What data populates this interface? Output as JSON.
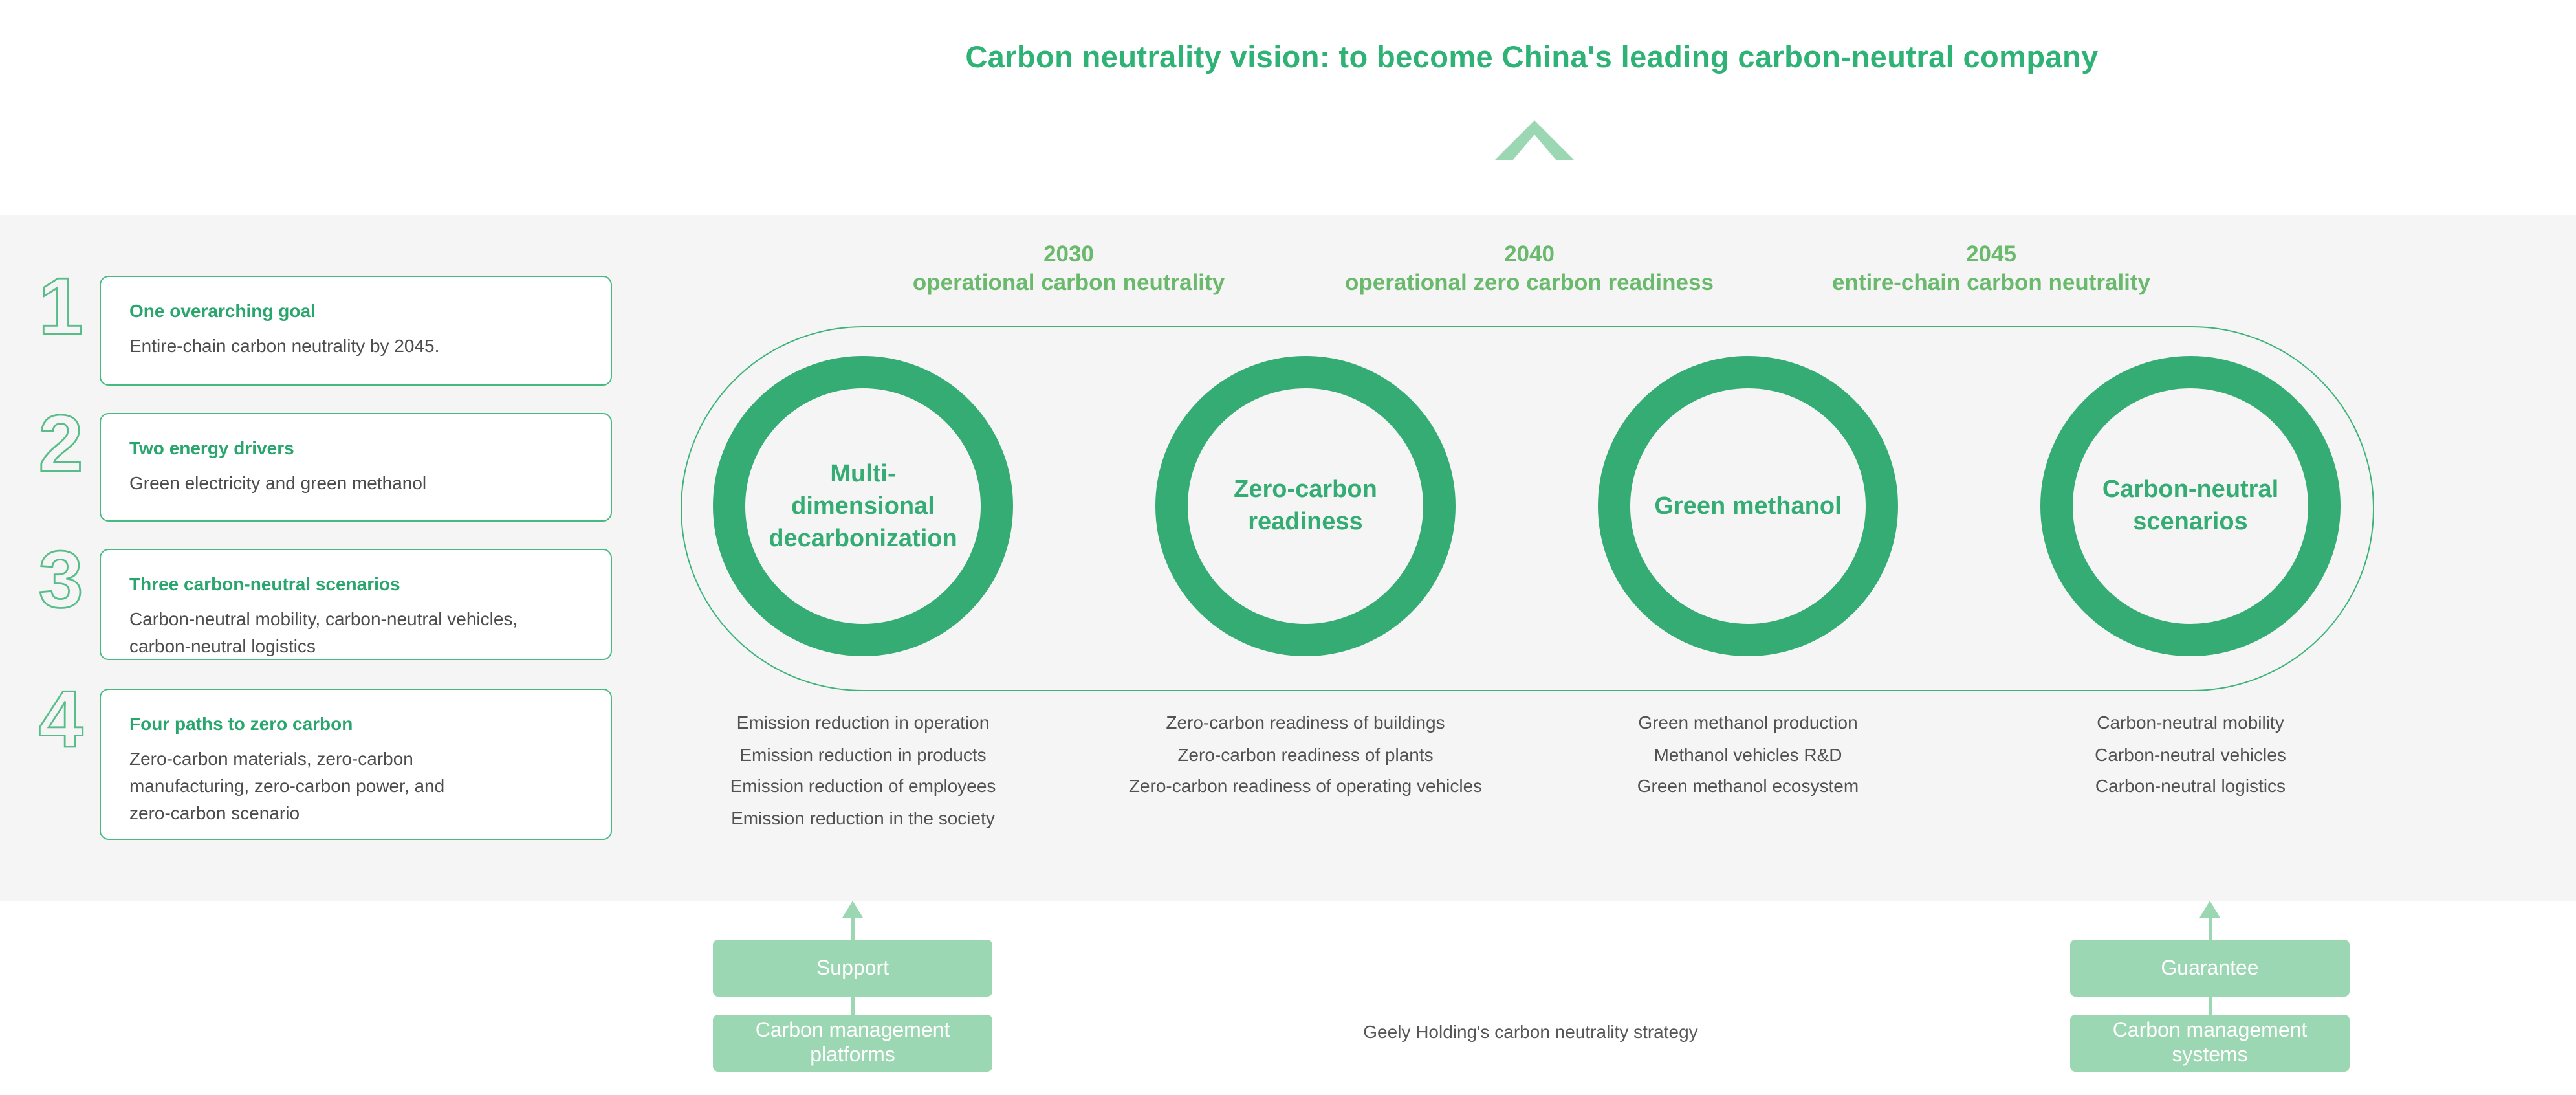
{
  "page": {
    "title": "Carbon neutrality vision: to become China's leading carbon-neutral company",
    "caption": "Geely Holding's carbon neutrality strategy"
  },
  "colors": {
    "title-green": "#2fb275",
    "milestone-green": "#6ab96c",
    "ring-green": "#35ac74",
    "pill-green": "#3db379",
    "card-border-green": "#47b981",
    "card-heading-green": "#2aa56e",
    "number-green": "#58bd88",
    "light-green": "#9cd7b3",
    "band-gray": "#f4f5f4",
    "body-gray": "#4d4d4d",
    "list-gray": "#525252",
    "caption-gray": "#575757"
  },
  "left_panel": {
    "items": [
      {
        "number": "1",
        "heading": "One overarching goal",
        "body": "Entire-chain carbon neutrality by 2045."
      },
      {
        "number": "2",
        "heading": "Two energy drivers",
        "body": "Green electricity and green methanol"
      },
      {
        "number": "3",
        "heading": "Three carbon-neutral scenarios",
        "body": "Carbon-neutral mobility, carbon-neutral vehicles,\ncarbon-neutral logistics"
      },
      {
        "number": "4",
        "heading": "Four paths to zero carbon",
        "body": "Zero-carbon materials, zero-carbon\nmanufacturing, zero-carbon power, and\nzero-carbon scenario"
      }
    ]
  },
  "timeline": {
    "milestones": [
      {
        "year": "2030",
        "label": "operational carbon neutrality"
      },
      {
        "year": "2040",
        "label": "operational zero carbon readiness"
      },
      {
        "year": "2045",
        "label": "entire-chain carbon neutrality"
      }
    ]
  },
  "pillars": [
    {
      "circle_label": "Multi-\ndimensional\ndecarbonization",
      "items": [
        "Emission reduction in operation",
        "Emission reduction in products",
        "Emission reduction of employees",
        "Emission reduction in the society"
      ]
    },
    {
      "circle_label": "Zero-carbon\nreadiness",
      "items": [
        "Zero-carbon readiness of buildings",
        "Zero-carbon readiness of plants",
        "Zero-carbon readiness of operating vehicles"
      ]
    },
    {
      "circle_label": "Green methanol",
      "items": [
        "Green methanol production",
        "Methanol vehicles R&D",
        "Green methanol ecosystem"
      ]
    },
    {
      "circle_label": "Carbon-neutral\nscenarios",
      "items": [
        "Carbon-neutral mobility",
        "Carbon-neutral vehicles",
        "Carbon-neutral logistics"
      ]
    }
  ],
  "bottom": {
    "left_group": {
      "top_box": "Support",
      "bottom_box": "Carbon management\nplatforms"
    },
    "right_group": {
      "top_box": "Guarantee",
      "bottom_box": "Carbon management\nsystems"
    }
  }
}
